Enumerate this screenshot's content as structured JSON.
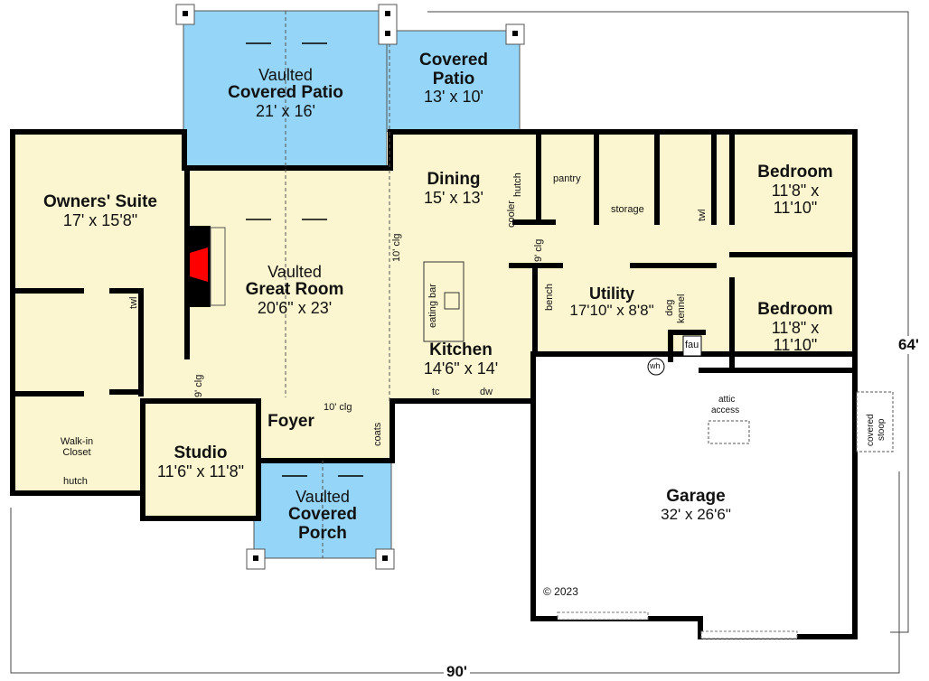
{
  "plan": {
    "colors": {
      "interior": "#fbf6cf",
      "exterior_covered": "#94d5f8",
      "wall": "#000000",
      "fireplace": "#ff0000",
      "garage": "#ffffff"
    },
    "overall_width": "90'",
    "overall_depth": "64'",
    "copyright": "© 2023"
  },
  "rooms": {
    "vaulted_patio": {
      "prefix": "Vaulted",
      "name": "Covered Patio",
      "size": "21' x 16'"
    },
    "covered_patio": {
      "name_line1": "Covered",
      "name_line2": "Patio",
      "size": "13' x 10'"
    },
    "owners_suite": {
      "name": "Owners' Suite",
      "size": "17' x 15'8\""
    },
    "great_room": {
      "prefix": "Vaulted",
      "name": "Great Room",
      "size": "20'6\" x 23'"
    },
    "dining": {
      "name": "Dining",
      "size": "15' x 13'"
    },
    "kitchen": {
      "name": "Kitchen",
      "size": "14'6\" x 14'"
    },
    "utility": {
      "name": "Utility",
      "size": "17'10\" x 8'8\""
    },
    "bedroom_1": {
      "name": "Bedroom",
      "size_line1": "11'8\" x",
      "size_line2": "11'10\""
    },
    "bedroom_2": {
      "name": "Bedroom",
      "size_line1": "11'8\" x",
      "size_line2": "11'10\""
    },
    "studio": {
      "name": "Studio",
      "size": "11'6\" x 11'8\""
    },
    "foyer": {
      "name": "Foyer"
    },
    "porch": {
      "prefix": "Vaulted",
      "name_line1": "Covered",
      "name_line2": "Porch"
    },
    "garage": {
      "name": "Garage",
      "size": "32' x 26'6\""
    },
    "walk_in_closet": {
      "line1": "Walk-in",
      "line2": "Closet"
    }
  },
  "annotations": {
    "hutch_dining": "hutch",
    "cooler": "cooler",
    "pantry": "pantry",
    "storage": "storage",
    "twl_bath": "twl",
    "twl_owners": "twl",
    "clg_10_great": "10' clg",
    "clg_9_hall": "9' clg",
    "clg_9_owner": "9' clg",
    "clg_10_foyer": "10' clg",
    "eating_bar": "eating bar",
    "bench": "bench",
    "dog_kennel_1": "dog",
    "dog_kennel_2": "kennel",
    "fau": "fau",
    "wh": "wh",
    "tc": "tc",
    "dw": "dw",
    "coats": "coats",
    "hutch_closet": "hutch",
    "attic_1": "attic",
    "attic_2": "access",
    "stoop_1": "covered",
    "stoop_2": "stoop"
  }
}
